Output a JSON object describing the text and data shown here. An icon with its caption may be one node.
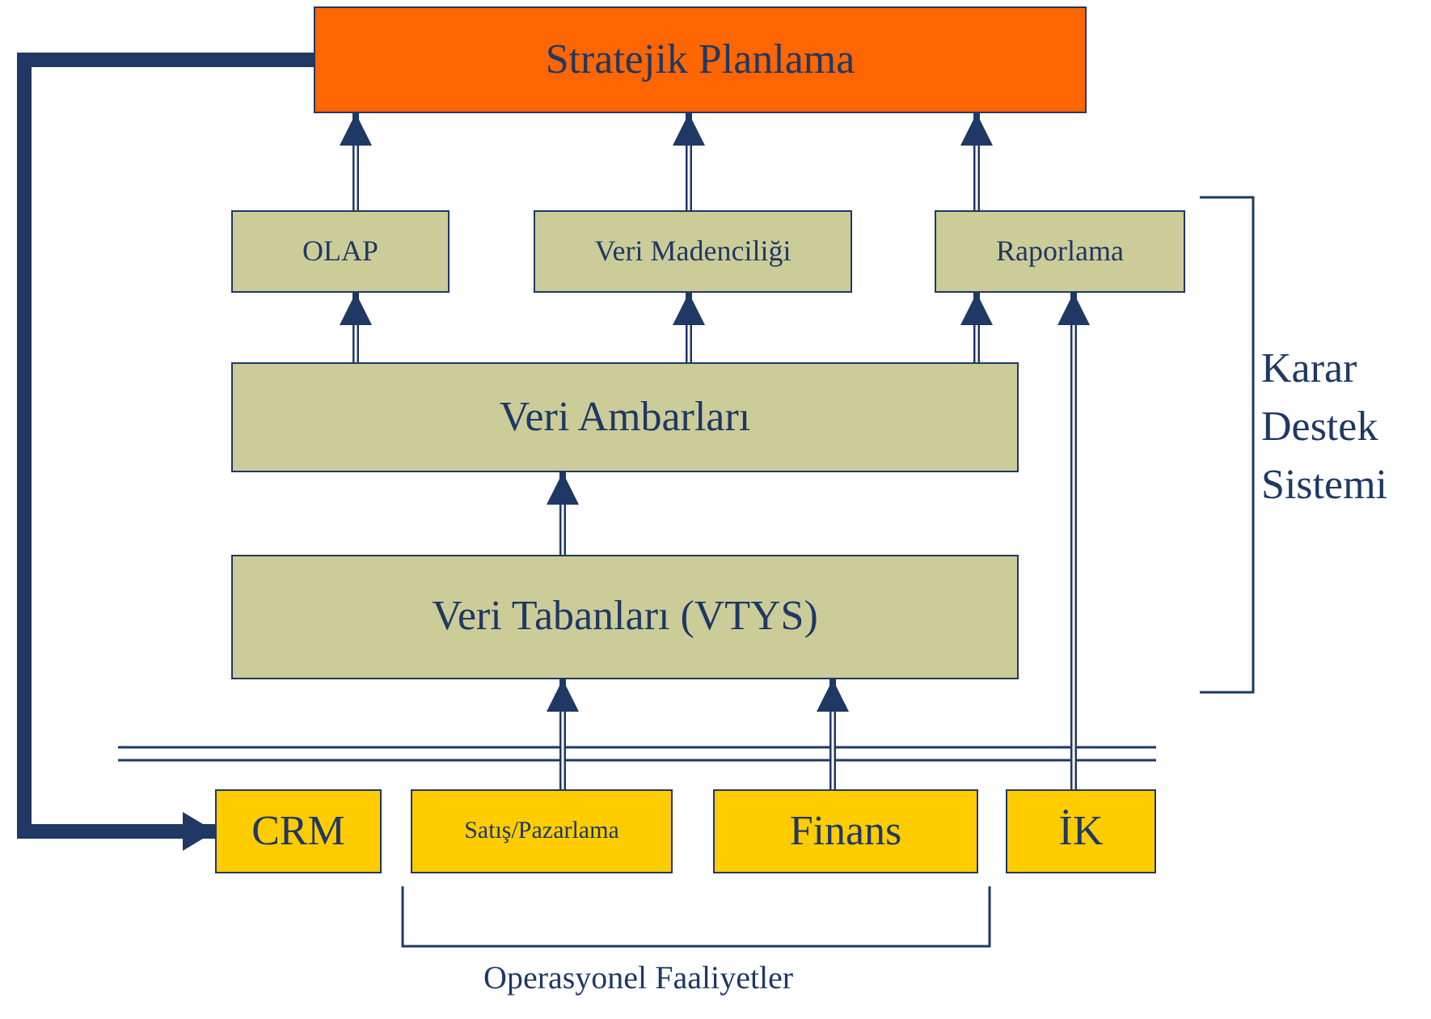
{
  "diagram": {
    "nodes": [
      {
        "text": [
          "Stratejik Planlama"
        ]
      },
      {
        "text": [
          "OLAP"
        ]
      },
      {
        "text": [
          "Veri Madenciliği"
        ]
      },
      {
        "text": [
          "Raporlama"
        ]
      },
      {
        "text": [
          "Veri Ambarları"
        ]
      },
      {
        "text": [
          "Veri Tabanları (VTYS)"
        ]
      },
      {
        "text": [
          "CRM"
        ]
      },
      {
        "text": [
          "Satış/Pazarlama"
        ]
      },
      {
        "text": [
          "Finans"
        ]
      },
      {
        "text": [
          "İK"
        ]
      }
    ],
    "edges": [
      {
        "from": 1,
        "to": 0,
        "arrow": "to"
      },
      {
        "from": 2,
        "to": 0,
        "arrow": "to"
      },
      {
        "from": 3,
        "to": 0,
        "arrow": "to"
      },
      {
        "from": 4,
        "to": 1,
        "arrow": "to"
      },
      {
        "from": 4,
        "to": 2,
        "arrow": "to"
      },
      {
        "from": 4,
        "to": 3,
        "arrow": "to"
      },
      {
        "from": 5,
        "to": 4,
        "arrow": "to"
      },
      {
        "from": 7,
        "to": 5,
        "arrow": "to"
      },
      {
        "from": 8,
        "to": 5,
        "arrow": "to"
      },
      {
        "from": 9,
        "to": 3,
        "arrow": "to"
      },
      {
        "from": 0,
        "to": 6,
        "arrow": "to",
        "style": "thick"
      }
    ],
    "labels": [
      "Karar Destek Sistemi",
      "Operasyonel Faaliyetler"
    ]
  }
}
